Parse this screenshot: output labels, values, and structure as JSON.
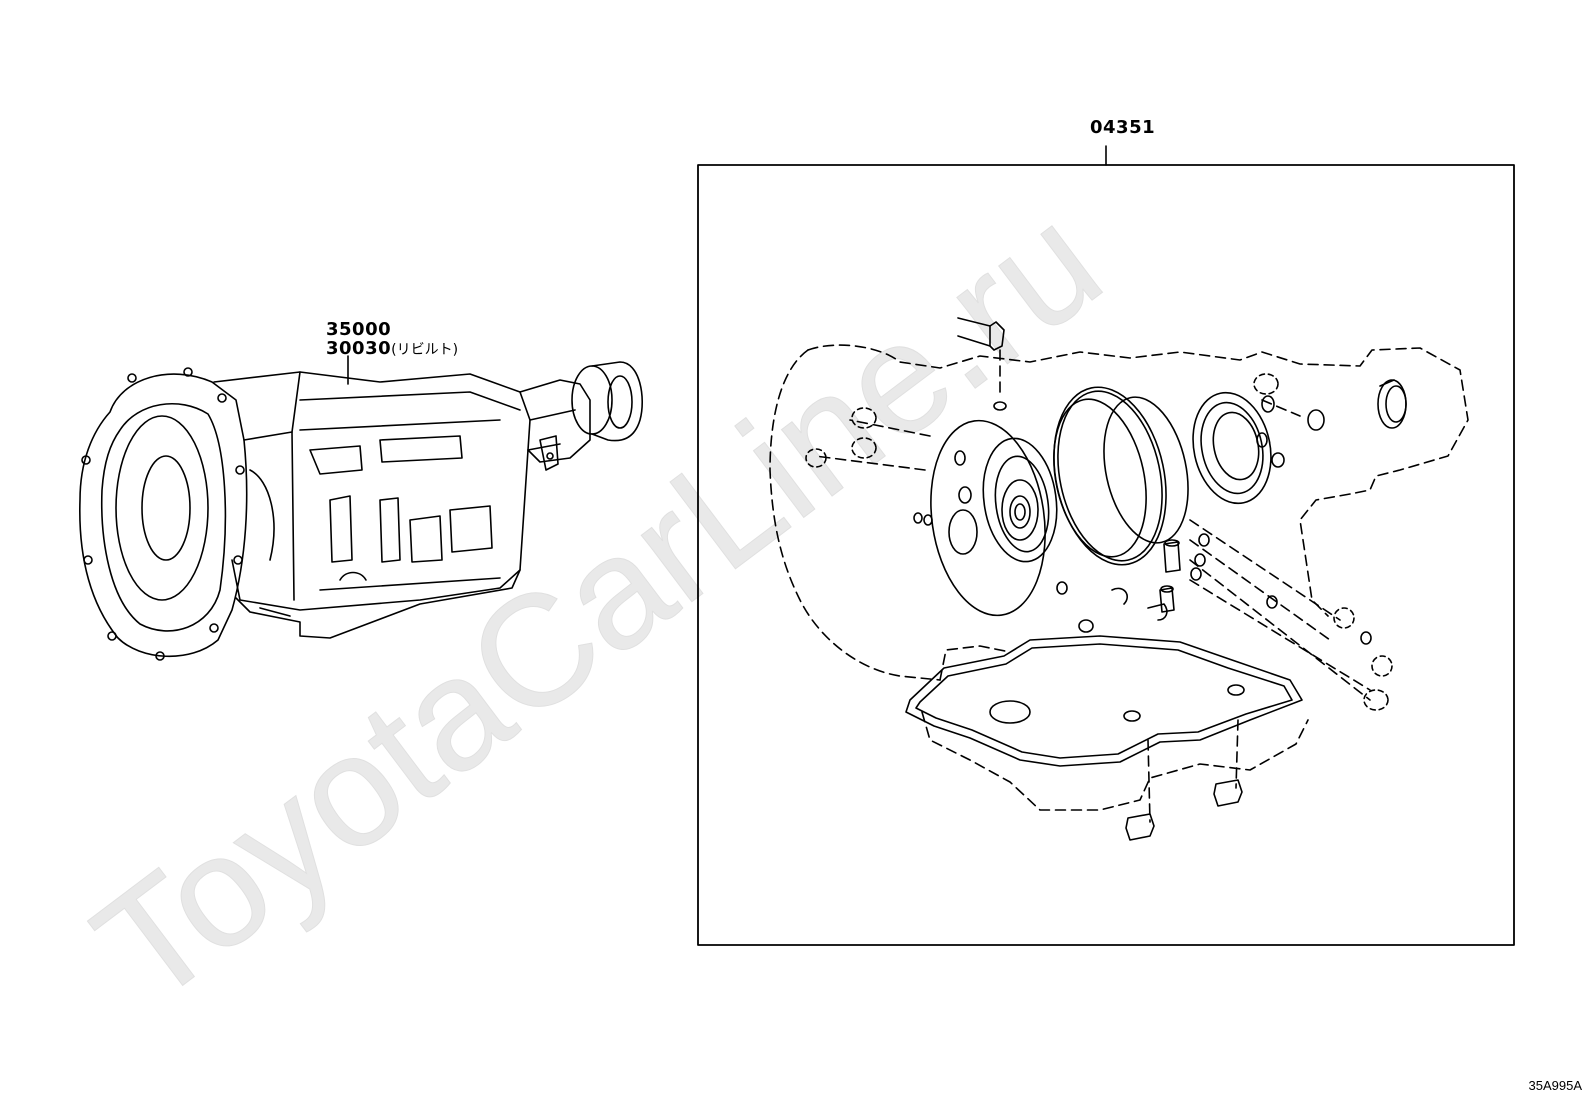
{
  "labels": {
    "kit_part_no": "04351",
    "assembly_part_no": "35000",
    "rebuilt_part_no": "30030",
    "rebuilt_note": "(リビルト)",
    "illustration_id": "35A995A"
  },
  "watermark": {
    "text": "ToyotaCarLine.ru",
    "color": "#e6e6e6"
  },
  "colors": {
    "line": "#000000",
    "background": "#ffffff"
  }
}
